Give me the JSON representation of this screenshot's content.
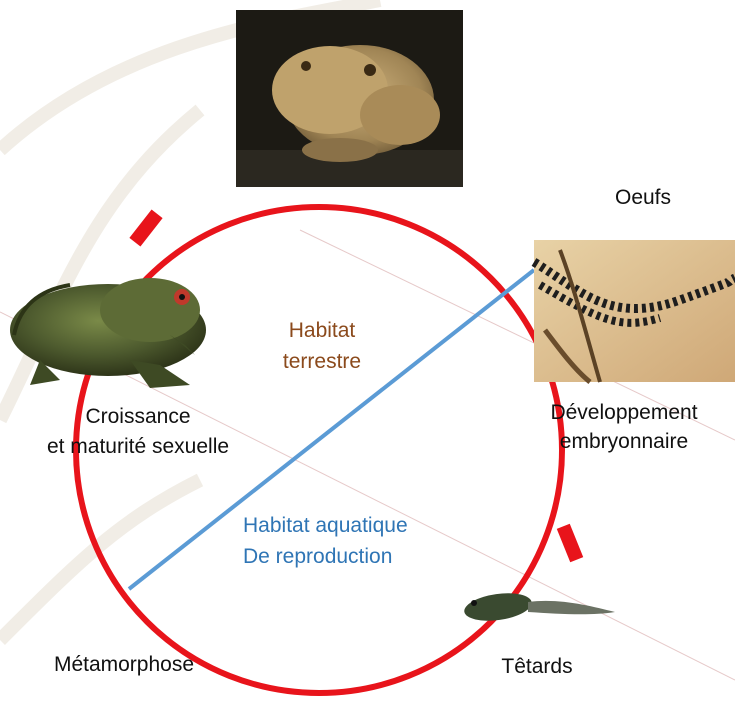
{
  "stages": {
    "eggs": "Oeufs",
    "development_line1": "Développement",
    "development_line2": "embryonnaire",
    "tadpoles": "Têtards",
    "metamorphosis": "Métamorphose",
    "growth_line1": "Croissance",
    "growth_line2": "et maturité sexuelle"
  },
  "habitats": {
    "terrestrial_line1": "Habitat",
    "terrestrial_line2": "terrestre",
    "aquatic_line1": "Habitat aquatique",
    "aquatic_line2": "De reproduction"
  },
  "colors": {
    "cycle": "#e8141b",
    "divider": "#5b9bd5",
    "terrestrial_text": "#8b4a1c",
    "aquatic_text": "#2f75b5"
  }
}
